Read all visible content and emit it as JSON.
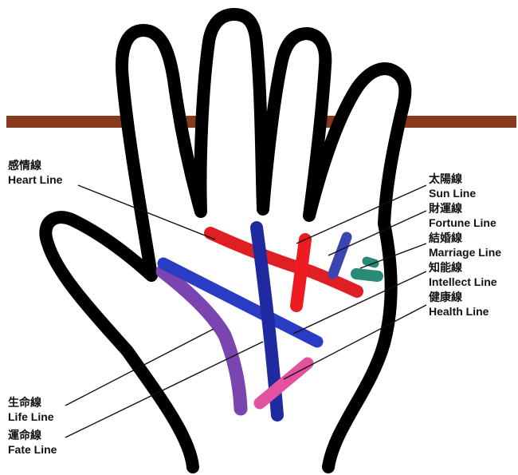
{
  "colors": {
    "band": "#8a3a1c",
    "outline": "#000000",
    "background": "#ffffff",
    "heart": "#e01f25",
    "sun": "#ee1c20",
    "fate": "#1f2aa0",
    "intellect": "#2a3cc4",
    "life": "#7a45b0",
    "health": "#e3529e",
    "marriage": "#3a45b0",
    "fortune": "#2a8a78"
  },
  "labels": {
    "heart": {
      "zh": "感情線",
      "en": "Heart Line"
    },
    "sun": {
      "zh": "太陽線",
      "en": "Sun Line"
    },
    "fortune": {
      "zh": "財運線",
      "en": "Fortune Line"
    },
    "marriage": {
      "zh": "結婚線",
      "en": "Marriage Line"
    },
    "intellect": {
      "zh": "知能線",
      "en": "Intellect Line"
    },
    "health": {
      "zh": "健康線",
      "en": "Health Line"
    },
    "life": {
      "zh": "生命線",
      "en": "Life Line"
    },
    "fate": {
      "zh": "運命線",
      "en": "Fate Line"
    }
  }
}
